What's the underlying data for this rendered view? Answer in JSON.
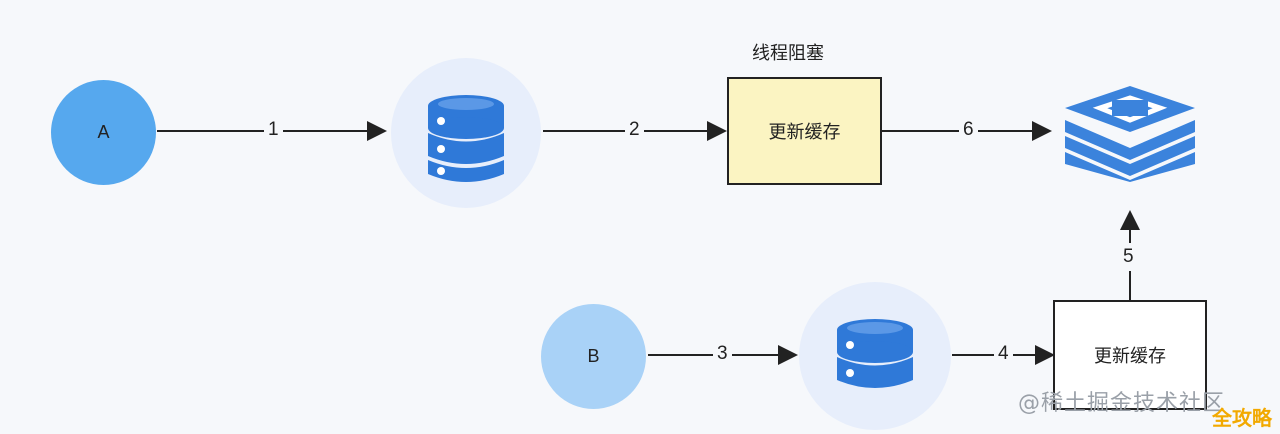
{
  "nodes": {
    "a": "A",
    "b": "B",
    "block_caption": "线程阻塞",
    "update_cache_top": "更新缓存",
    "update_cache_bottom": "更新缓存"
  },
  "edges": {
    "e1": "1",
    "e2": "2",
    "e3": "3",
    "e4": "4",
    "e5": "5",
    "e6": "6"
  },
  "icons": {
    "database": "database-icon",
    "redis": "redis-stack-icon"
  },
  "colors": {
    "node_a": "#56a8ee",
    "node_b": "#a9d2f7",
    "db_halo": "#e7eefb",
    "db_blue": "#2f79d8",
    "redis_blue": "#3b83dc",
    "box_yellow": "#fbf4c2"
  },
  "watermark": "@稀土掘金技术社区",
  "corner_label": "全攻略"
}
